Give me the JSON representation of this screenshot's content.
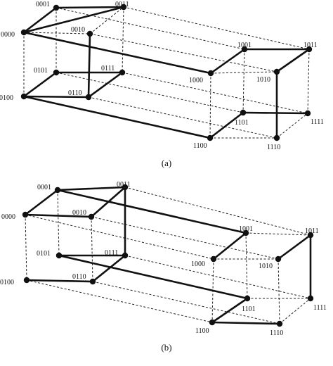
{
  "diagrams": [
    {
      "caption": "(a)",
      "nodes": [
        {
          "id": "0000",
          "label": "0000"
        },
        {
          "id": "0001",
          "label": "0001"
        },
        {
          "id": "0010",
          "label": "0010"
        },
        {
          "id": "0011",
          "label": "0011"
        },
        {
          "id": "0100",
          "label": "0100"
        },
        {
          "id": "0101",
          "label": "0101"
        },
        {
          "id": "0110",
          "label": "0110"
        },
        {
          "id": "0111",
          "label": "0111"
        },
        {
          "id": "1000",
          "label": "1000"
        },
        {
          "id": "1001",
          "label": "1001"
        },
        {
          "id": "1010",
          "label": "1010"
        },
        {
          "id": "1011",
          "label": "1011"
        },
        {
          "id": "1100",
          "label": "1100"
        },
        {
          "id": "1101",
          "label": "1101"
        },
        {
          "id": "1110",
          "label": "1110"
        },
        {
          "id": "1111",
          "label": "1111"
        }
      ],
      "solid_edges": [
        [
          "0000",
          "0001"
        ],
        [
          "0001",
          "0011"
        ],
        [
          "0011",
          "0000"
        ],
        [
          "0010",
          "0110"
        ],
        [
          "0101",
          "0111"
        ],
        [
          "0111",
          "0110"
        ],
        [
          "0110",
          "0100"
        ],
        [
          "0100",
          "0101"
        ],
        [
          "0000",
          "1000"
        ],
        [
          "0100",
          "1100"
        ],
        [
          "1000",
          "1001"
        ],
        [
          "1001",
          "1011"
        ],
        [
          "1011",
          "1010"
        ],
        [
          "1010",
          "1110"
        ],
        [
          "1101",
          "1111"
        ],
        [
          "1100",
          "1101"
        ]
      ],
      "dashed_edges": [
        [
          "0000",
          "0100"
        ],
        [
          "0001",
          "0101"
        ],
        [
          "0010",
          "0110"
        ],
        [
          "0011",
          "0111"
        ],
        [
          "0000",
          "0010"
        ],
        [
          "0010",
          "0011"
        ],
        [
          "0001",
          "0011"
        ],
        [
          "0100",
          "0110"
        ],
        [
          "0101",
          "0111"
        ],
        [
          "0001",
          "1001"
        ],
        [
          "0011",
          "1011"
        ],
        [
          "0010",
          "1010"
        ],
        [
          "0101",
          "1101"
        ],
        [
          "0111",
          "1111"
        ],
        [
          "0110",
          "1110"
        ],
        [
          "1000",
          "1100"
        ],
        [
          "1001",
          "1101"
        ],
        [
          "1011",
          "1111"
        ],
        [
          "1000",
          "1010"
        ],
        [
          "1001",
          "1011"
        ],
        [
          "1100",
          "1110"
        ],
        [
          "1101",
          "1111"
        ],
        [
          "1110",
          "1111"
        ]
      ]
    },
    {
      "caption": "(b)",
      "nodes": [
        {
          "id": "0000",
          "label": "0000"
        },
        {
          "id": "0001",
          "label": "0001"
        },
        {
          "id": "0010",
          "label": "0010"
        },
        {
          "id": "0011",
          "label": "0011"
        },
        {
          "id": "0100",
          "label": "0100"
        },
        {
          "id": "0101",
          "label": "0101"
        },
        {
          "id": "0110",
          "label": "0110"
        },
        {
          "id": "0111",
          "label": "0111"
        },
        {
          "id": "1000",
          "label": "1000"
        },
        {
          "id": "1001",
          "label": "1001"
        },
        {
          "id": "1010",
          "label": "1010"
        },
        {
          "id": "1011",
          "label": "1011"
        },
        {
          "id": "1100",
          "label": "1100"
        },
        {
          "id": "1101",
          "label": "1101"
        },
        {
          "id": "1110",
          "label": "1110"
        },
        {
          "id": "1111",
          "label": "1111"
        }
      ],
      "solid_edges": [
        [
          "0000",
          "0001"
        ],
        [
          "0000",
          "0010"
        ],
        [
          "0001",
          "0011"
        ],
        [
          "0011",
          "0111"
        ],
        [
          "0111",
          "0101"
        ],
        [
          "0110",
          "0100"
        ],
        [
          "0010",
          "0011"
        ],
        [
          "0111",
          "0110"
        ],
        [
          "0001",
          "1001"
        ],
        [
          "0101",
          "1101"
        ],
        [
          "1001",
          "1000"
        ],
        [
          "1010",
          "1011"
        ],
        [
          "1011",
          "1111"
        ],
        [
          "1100",
          "1110"
        ],
        [
          "1100",
          "1101"
        ]
      ],
      "dashed_edges": [
        [
          "0000",
          "0100"
        ],
        [
          "0001",
          "0101"
        ],
        [
          "0010",
          "0110"
        ],
        [
          "0011",
          "0111"
        ],
        [
          "0101",
          "0111"
        ],
        [
          "0100",
          "0110"
        ],
        [
          "0000",
          "1000"
        ],
        [
          "0010",
          "1010"
        ],
        [
          "0011",
          "1011"
        ],
        [
          "0100",
          "1100"
        ],
        [
          "0110",
          "1110"
        ],
        [
          "0111",
          "1111"
        ],
        [
          "1000",
          "1100"
        ],
        [
          "1000",
          "1010"
        ],
        [
          "1001",
          "1011"
        ],
        [
          "1010",
          "1110"
        ],
        [
          "1001",
          "1101"
        ],
        [
          "1101",
          "1111"
        ],
        [
          "1110",
          "1111"
        ]
      ]
    }
  ]
}
